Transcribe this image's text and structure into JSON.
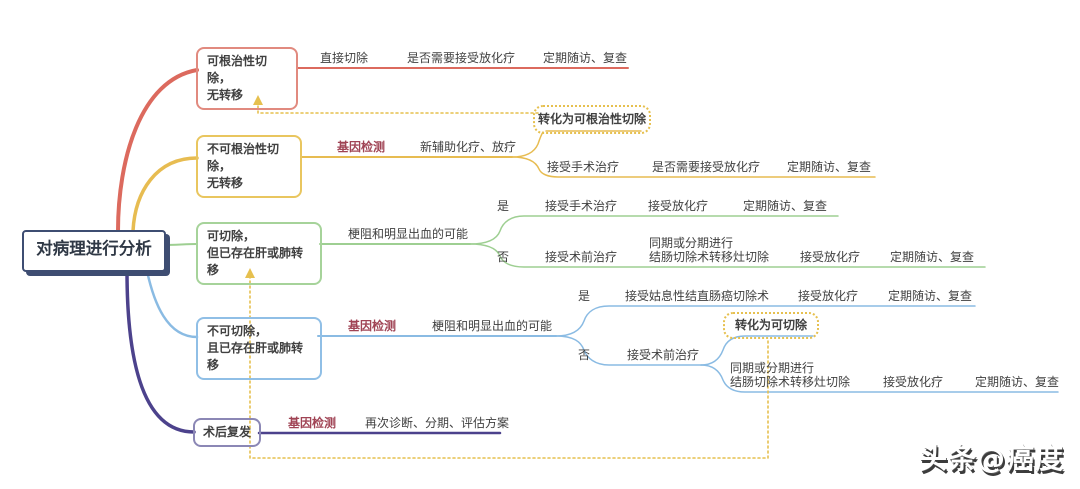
{
  "root": {
    "label": "对病理进行分析"
  },
  "watermark": {
    "text": "头条@癌度"
  },
  "branches": {
    "b1_radical": {
      "box": "可根治性切除，\n无转移",
      "steps": [
        "直接切除",
        "是否需要接受放化疗",
        "定期随访、复查"
      ]
    },
    "b2_nonradical": {
      "box": "不可根治性切除，\n无转移",
      "gene": "基因检测",
      "chemo": "新辅助化疗、放疗",
      "convert": "转化为可根治性切除",
      "steps": [
        "接受手术治疗",
        "是否需要接受放化疗",
        "定期随访、复查"
      ]
    },
    "b3_resectable": {
      "box": "可切除，\n但已存在肝或肺转移",
      "question": "梗阻和明显出血的可能",
      "yes_label": "是",
      "yes_steps": [
        "接受手术治疗",
        "接受放化疗",
        "定期随访、复查"
      ],
      "no_label": "否",
      "no_step1": "接受术前治疗",
      "no_surgery": "同期或分期进行\n结肠切除术转移灶切除",
      "no_steps": [
        "接受放化疗",
        "定期随访、复查"
      ]
    },
    "b4_unresectable": {
      "box": "不可切除，\n且已存在肝或肺转移",
      "gene": "基因检测",
      "question": "梗阻和明显出血的可能",
      "yes_label": "是",
      "yes_steps": [
        "接受姑息性结直肠癌切除术",
        "接受放化疗",
        "定期随访、复查"
      ],
      "no_label": "否",
      "no_step1": "接受术前治疗",
      "convert": "转化为可切除",
      "no_surgery": "同期或分期进行\n结肠切除术转移灶切除",
      "no_steps": [
        "接受放化疗",
        "定期随访、复查"
      ]
    },
    "b5_recurrence": {
      "box": "术后复发",
      "gene": "基因检测",
      "step": "再次诊断、分期、评估方案"
    }
  },
  "colors": {
    "red": "#dc6a5e",
    "yellow": "#e7bc51",
    "green": "#9ecf92",
    "blue": "#8abbe3",
    "purple": "#4c428c",
    "purple_box": "#8b87b5",
    "root": "#3e4d72",
    "gene": "#a04455",
    "dashed": "#e6c04f",
    "text": "#404040",
    "box_red": "#e18a7f",
    "box_yellow": "#e9c65f",
    "box_green": "#a6d39a",
    "box_blue": "#90bfe6"
  }
}
